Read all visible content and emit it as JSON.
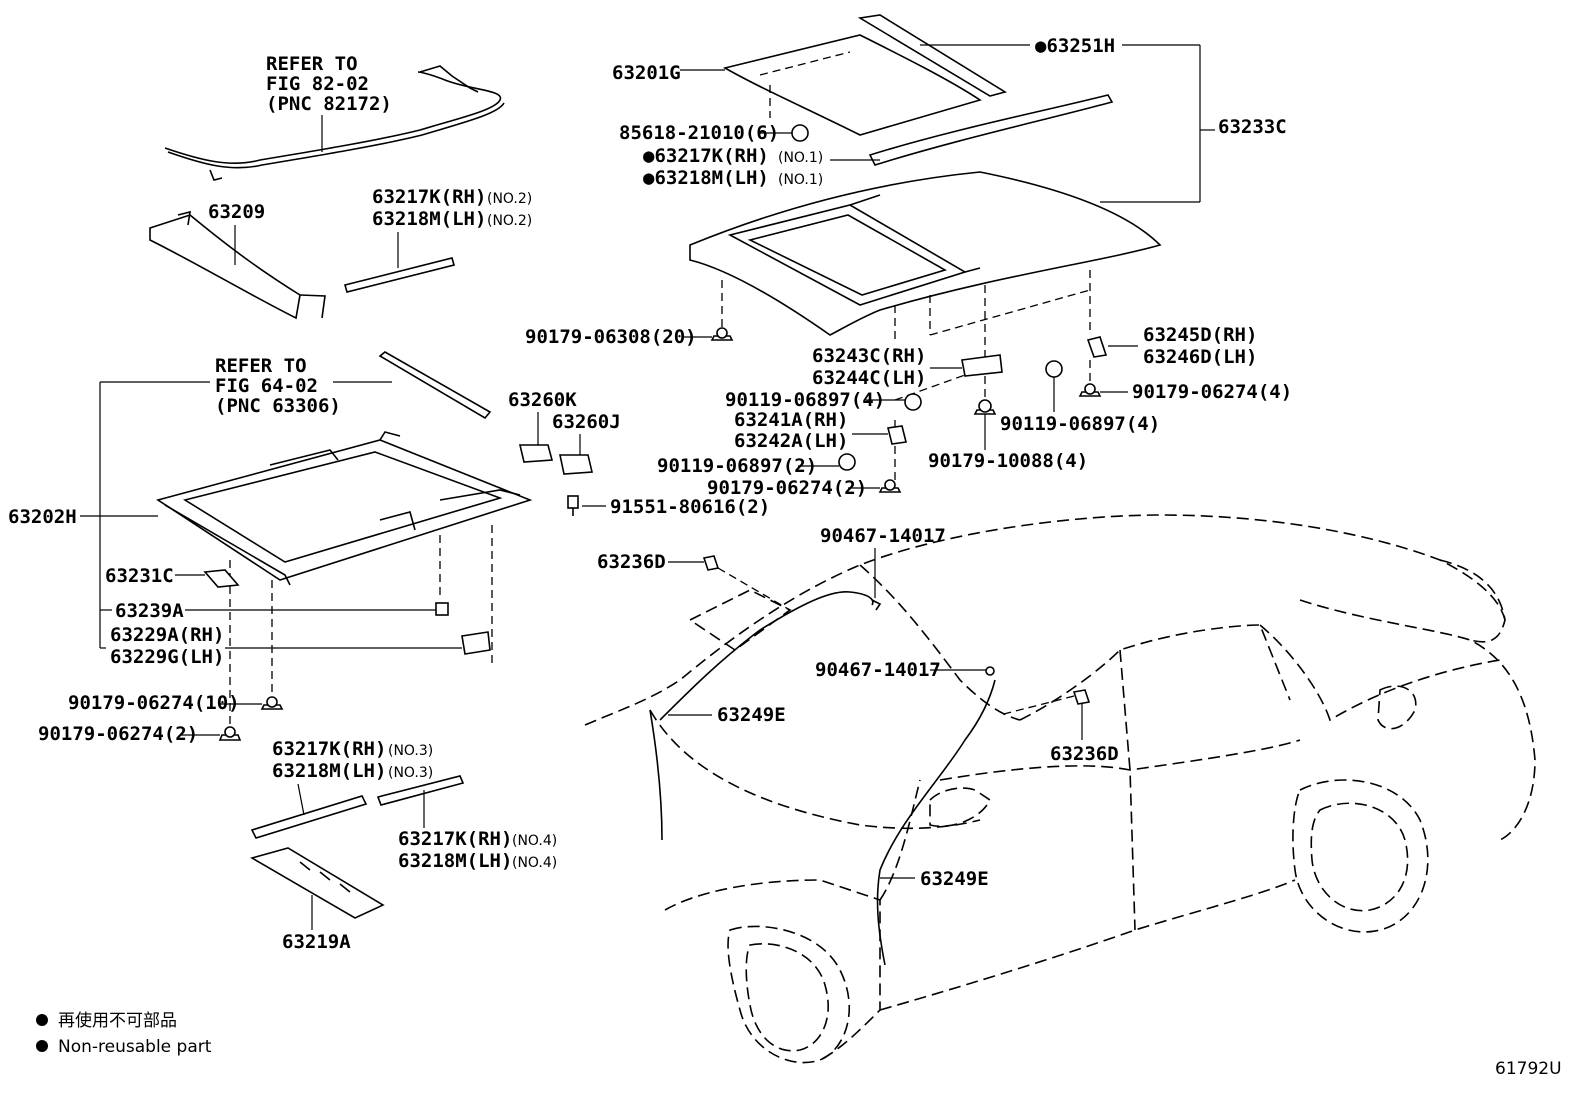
{
  "refer_82": {
    "line1": "REFER TO",
    "line2": "FIG 82-02",
    "line3": "(PNC 82172)"
  },
  "refer_64": {
    "line1": "REFER TO",
    "line2": "FIG 64-02",
    "line3": "(PNC 63306)"
  },
  "labels": {
    "p63201G": "63201G",
    "p63251H": "●63251H",
    "p63233C": "63233C",
    "p85618": "85618-21010(6)",
    "p63217K_no1": "●63217K(RH)",
    "p63218M_no1": "●63218M(LH)",
    "no1": "(NO.1)",
    "p63209": "63209",
    "p63217K_no2": "63217K(RH)",
    "p63218M_no2": "63218M(LH)",
    "no2": "(NO.2)",
    "p90179_06308": "90179-06308(20)",
    "p63243C": "63243C(RH)",
    "p63244C": "63244C(LH)",
    "p63245D": "63245D(RH)",
    "p63246D": "63246D(LH)",
    "p90119_06897_4a": "90119-06897(4)",
    "p63241A": "63241A(RH)",
    "p63242A": "63242A(LH)",
    "p90179_06274_4": "90179-06274(4)",
    "p90119_06897_4b": "90119-06897(4)",
    "p90119_06897_2": "90119-06897(2)",
    "p90179_10088": "90179-10088(4)",
    "p90179_06274_2a": "90179-06274(2)",
    "p63260K": "63260K",
    "p63260J": "63260J",
    "p91551": "91551-80616(2)",
    "p63202H": "63202H",
    "p63231C": "63231C",
    "p63239A": "63239A",
    "p63229A": "63229A(RH)",
    "p63229G": "63229G(LH)",
    "p90179_06274_10": "90179-06274(10)",
    "p90179_06274_2b": "90179-06274(2)",
    "p63217K_no3": "63217K(RH)",
    "p63218M_no3": "63218M(LH)",
    "no3": "(NO.3)",
    "p63217K_no4": "63217K(RH)",
    "p63218M_no4": "63218M(LH)",
    "no4": "(NO.4)",
    "p63219A": "63219A",
    "p63236D_a": "63236D",
    "p63236D_b": "63236D",
    "p90467_a": "90467-14017",
    "p90467_b": "90467-14017",
    "p63249E_a": "63249E",
    "p63249E_b": "63249E"
  },
  "legend": {
    "jp": "再使用不可部品",
    "en": "Non-reusable part"
  },
  "figure_id": "61792U"
}
